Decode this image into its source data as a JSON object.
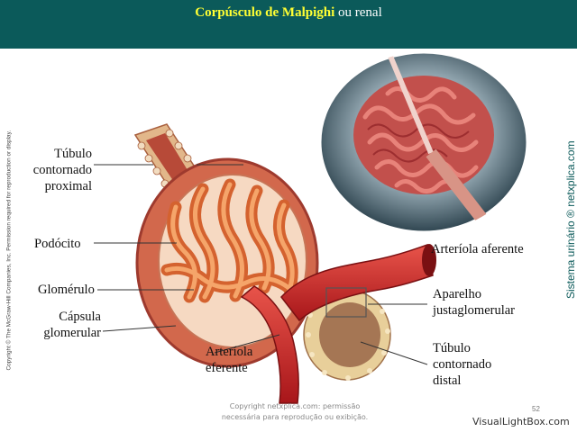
{
  "header": {
    "title_bold": "Corpúsculo de Malpighi",
    "title_rest": " ou renal"
  },
  "labels": {
    "tubulo_proximal": [
      "Túbulo",
      "contornado",
      "proximal"
    ],
    "podocito": "Podócito",
    "glomerulo": "Glomérulo",
    "capsula": [
      "Cápsula",
      "glomerular"
    ],
    "arteriola_eferente": [
      "Arteríola",
      "eferente"
    ],
    "arteriola_aferente": "Arteríola aferente",
    "aparelho": [
      "Aparelho",
      "justaglomerular"
    ],
    "tubulo_distal": [
      "Túbulo",
      "contornado",
      "distal"
    ]
  },
  "side_text": {
    "copyright": "Copyright © The McGraw-Hill Companies, Inc. Permission required for reproduction or display.",
    "netxplica": "Sistema urinário ® netxplica.com"
  },
  "footer": {
    "line1": "Copyright netxplica.com: permissão",
    "line2": "necessária para reprodução ou exibição.",
    "page_number": "52",
    "watermark": "VisualLightBox.com"
  },
  "colors": {
    "header_bg": "#0b5a5a",
    "title_accent": "#ffff33",
    "vessel_red": "#c8201e",
    "capillary_orange": "#e3813a"
  }
}
